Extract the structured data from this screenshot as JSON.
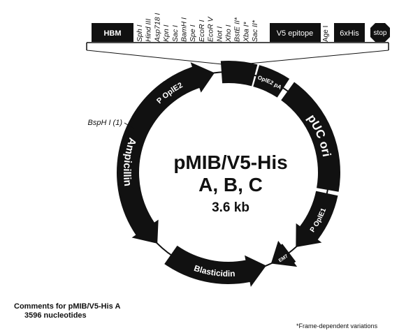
{
  "plasmid": {
    "name": "pMIB/V5-His",
    "variants": "A, B, C",
    "size": "3.6 kb"
  },
  "mcs": {
    "hbm": "HBM",
    "sites": [
      "Sph I",
      "Hind III",
      "Asp718 I",
      "Kpn I",
      "Sac I",
      "BamH I",
      "Spe I",
      "EcoR I",
      "EcoR V",
      "Not I",
      "Xho I",
      "BstE II*",
      "Xba I*",
      "Sac II*"
    ],
    "v5_epitope": "V5 epitope",
    "age_site": "Age I",
    "his_tag": "6xHis",
    "stop": "stop"
  },
  "features": {
    "p_oplie2": "P OplE2",
    "oplie2_pa": "OplE2 pA",
    "puc_ori": "pUC ori",
    "p_oplie1": "P OplE1",
    "em7": "EM7",
    "blasticidin": "Blasticidin",
    "ampicillin": "Ampicillin",
    "bsph_site": "BspH I (1)"
  },
  "comments": {
    "title": "Comments for pMIB/V5-His A",
    "length": "3596 nucleotides"
  },
  "footnote": "*Frame-dependent variations"
}
